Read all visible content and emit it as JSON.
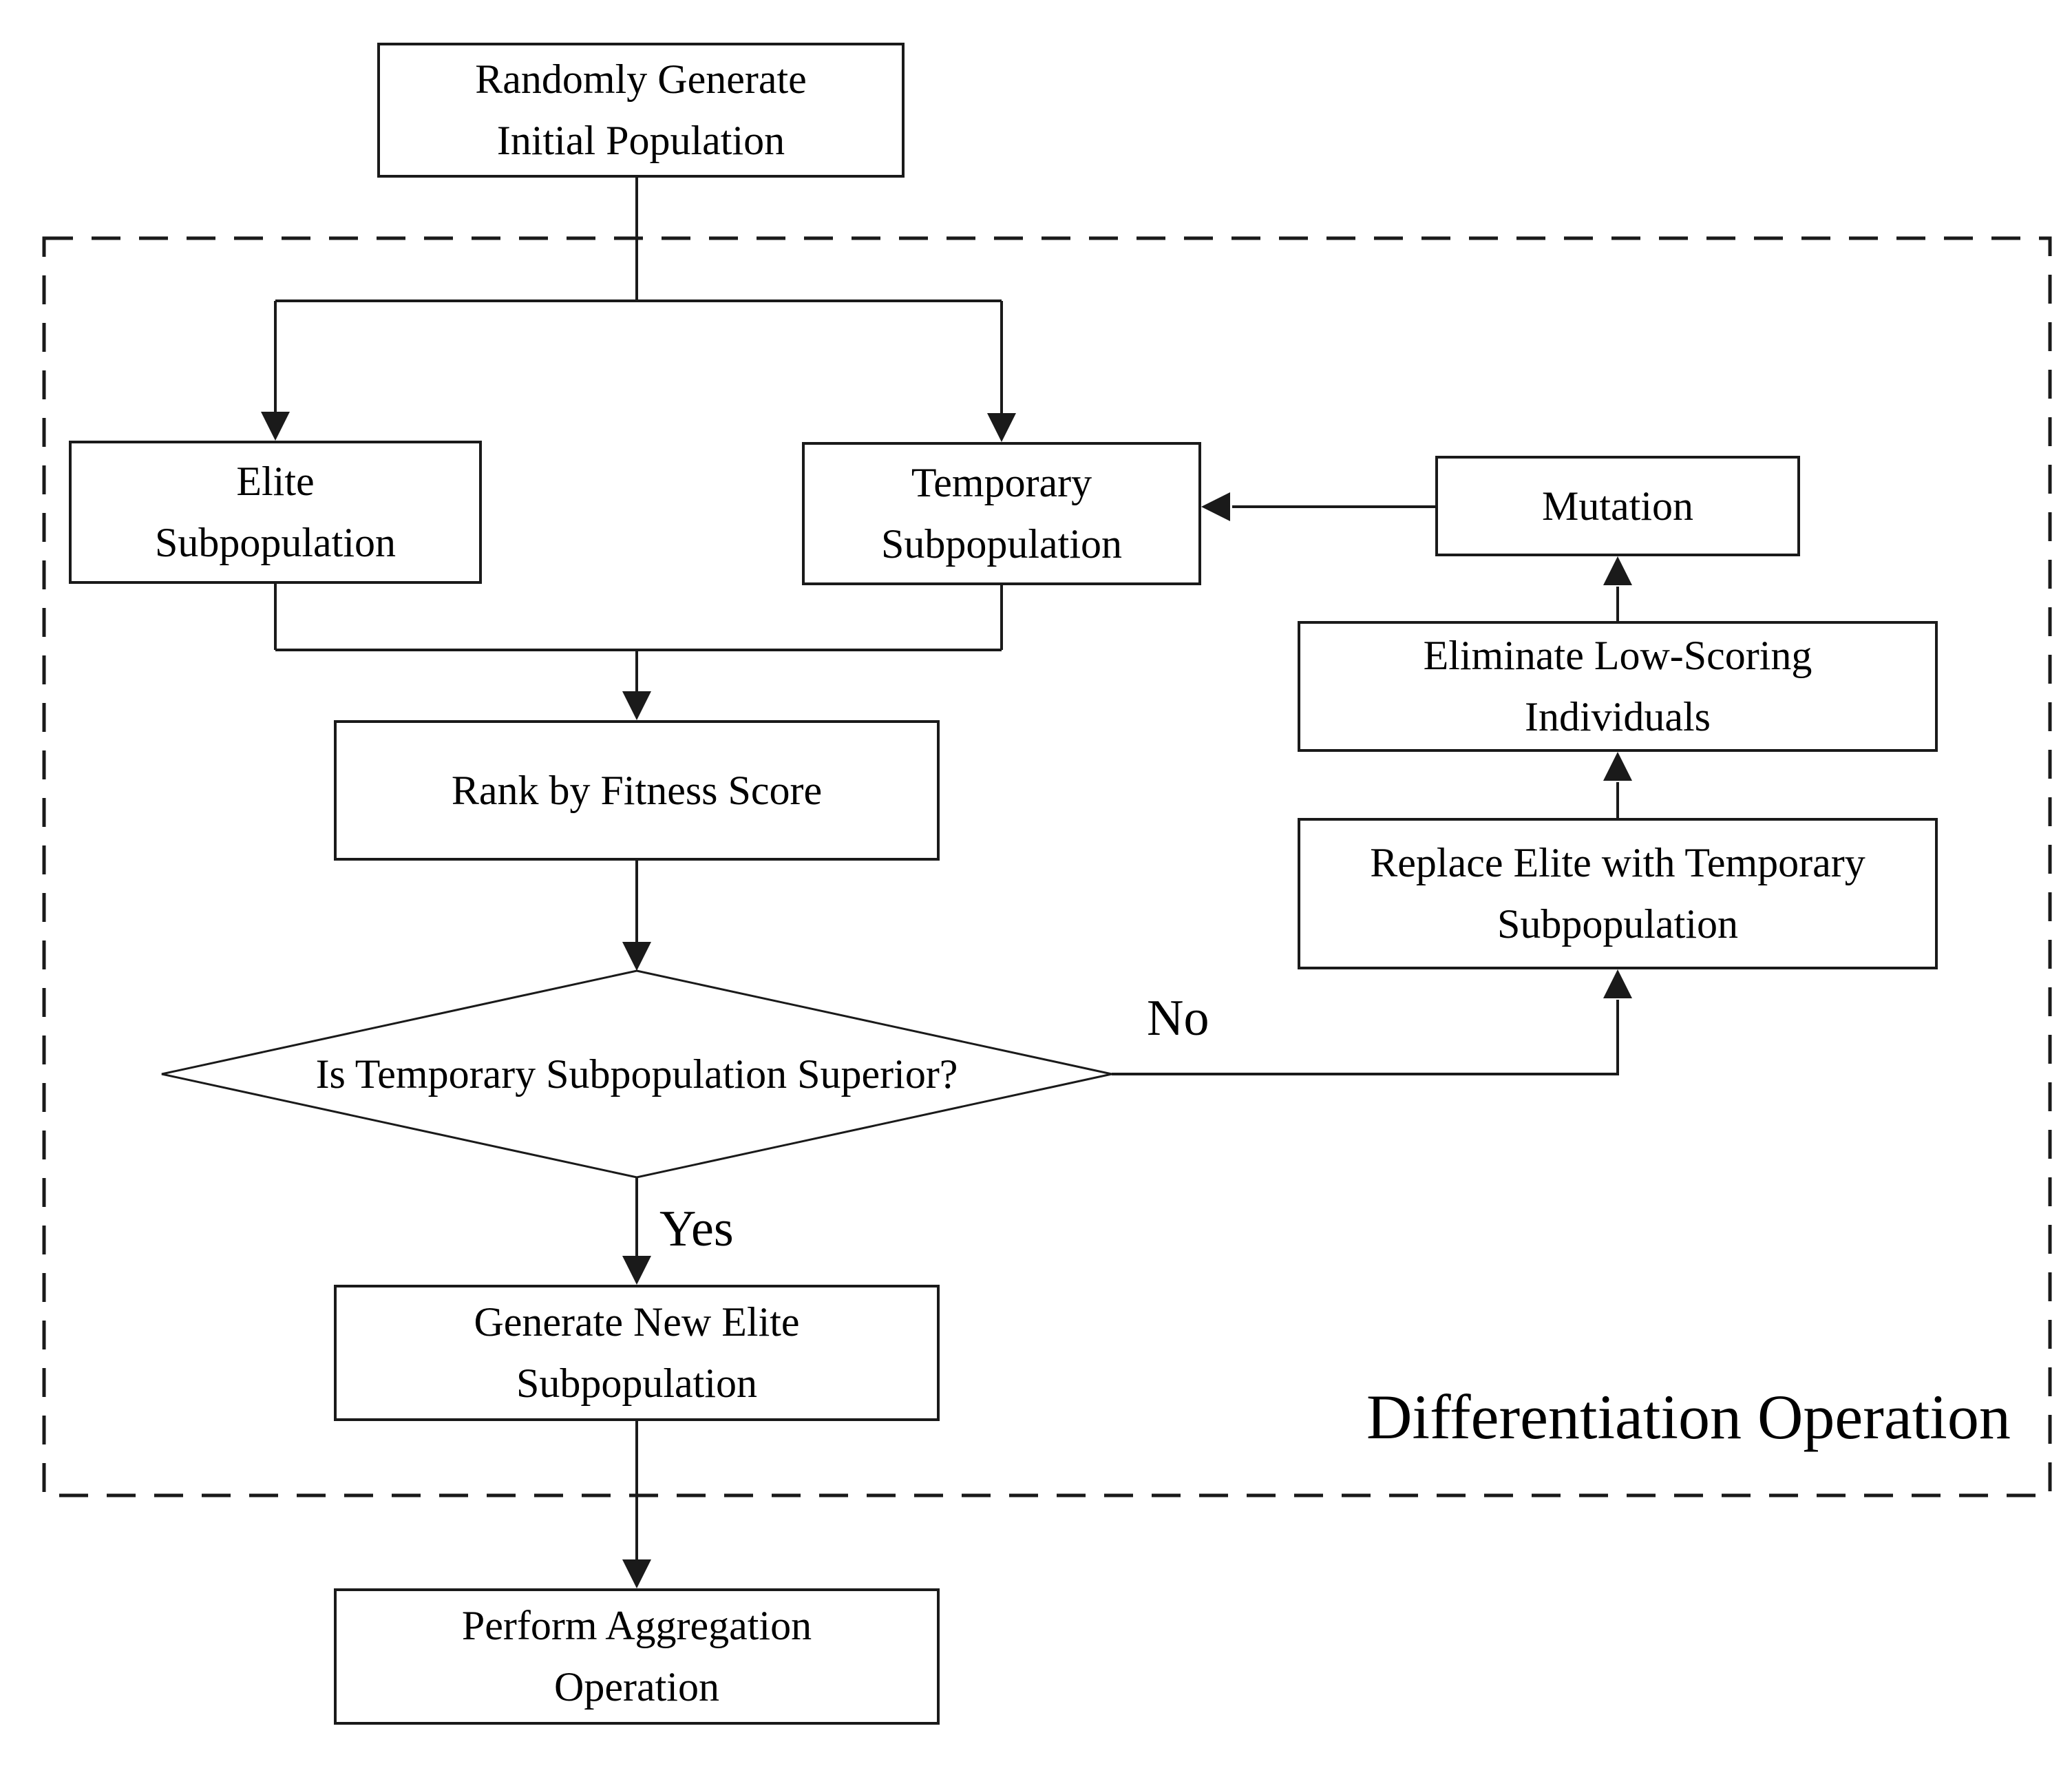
{
  "diagram": {
    "title_region": {
      "label": "Differentiation Operation"
    },
    "nodes": {
      "initial": {
        "label": "Randomly Generate\nInitial Population",
        "shape": "rect"
      },
      "elite": {
        "label": "Elite\nSubpopulation",
        "shape": "rect"
      },
      "temporary": {
        "label": "Temporary\nSubpopulation",
        "shape": "rect"
      },
      "mutation": {
        "label": "Mutation",
        "shape": "rect"
      },
      "eliminate": {
        "label": "Eliminate Low-Scoring\nIndividuals",
        "shape": "rect"
      },
      "replace": {
        "label": "Replace Elite with Temporary\nSubpopulation",
        "shape": "rect"
      },
      "rank": {
        "label": "Rank by Fitness Score",
        "shape": "rect"
      },
      "decision": {
        "label": "Is Temporary Subpopulation Superior?",
        "shape": "diamond"
      },
      "generate": {
        "label": "Generate New Elite\nSubpopulation",
        "shape": "rect"
      },
      "aggregate": {
        "label": "Perform Aggregation\nOperation",
        "shape": "rect"
      }
    },
    "edge_labels": {
      "yes": "Yes",
      "no": "No"
    },
    "flow": [
      "initial -> elite",
      "initial -> temporary",
      "elite + temporary -> rank",
      "rank -> decision",
      "decision -Yes-> generate",
      "decision -No-> replace",
      "replace -> eliminate",
      "eliminate -> mutation",
      "mutation -> temporary",
      "generate -> aggregate"
    ],
    "colors": {
      "line": "#1a1a1a",
      "background": "#ffffff",
      "text": "#000000"
    }
  }
}
